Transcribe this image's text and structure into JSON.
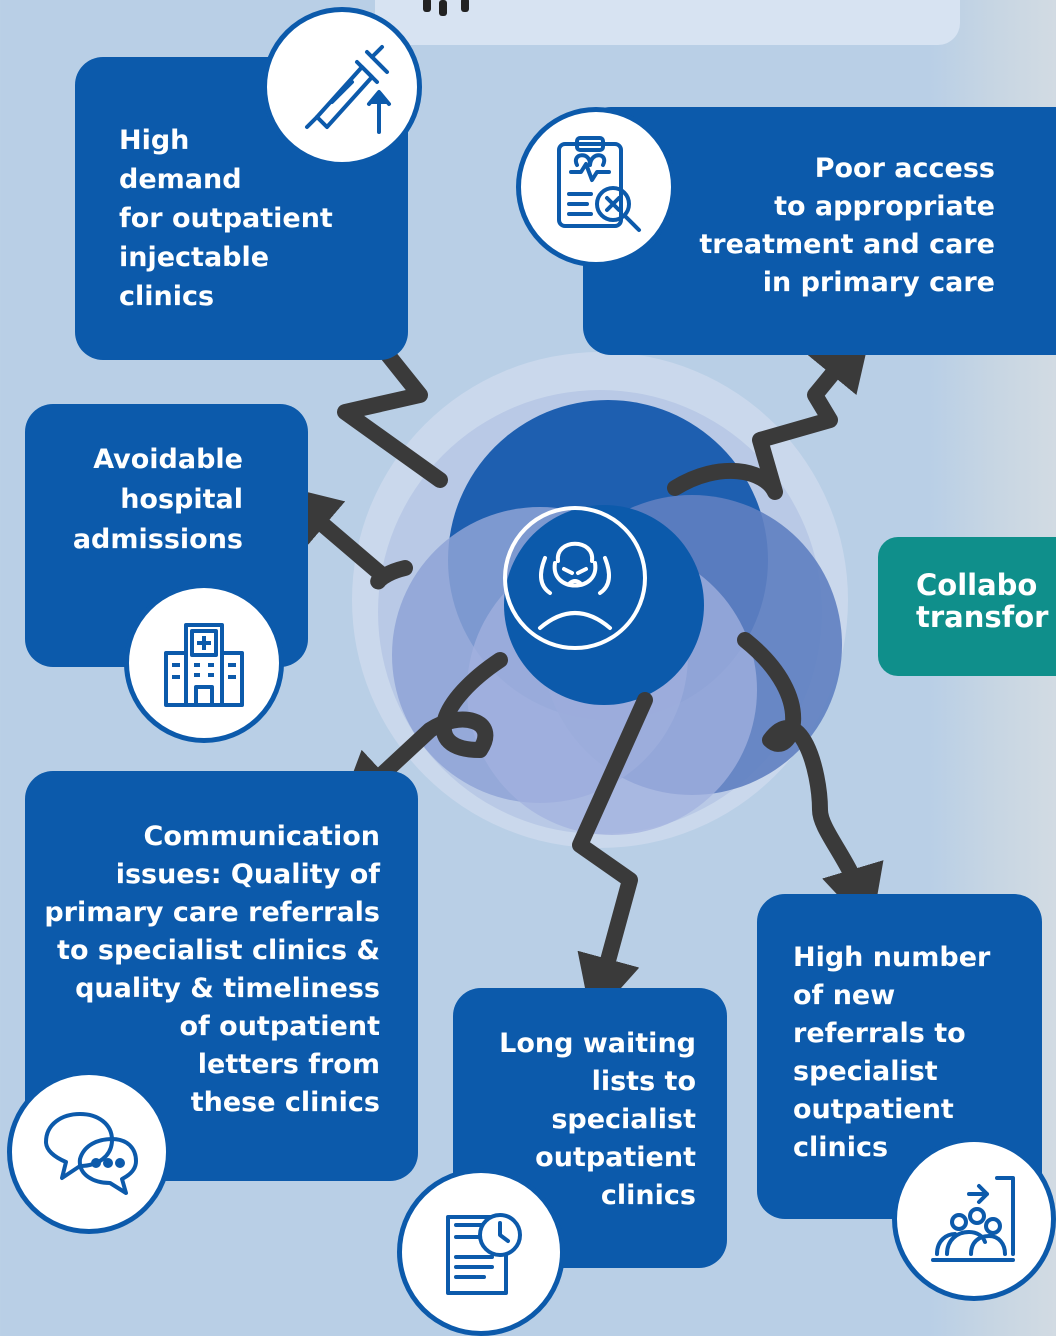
{
  "center_icon": "stressed-person-icon",
  "boxes": {
    "demand": {
      "lines": [
        "High",
        "demand",
        "for outpatient",
        "injectable",
        "clinics"
      ],
      "icon": "syringe-up-arrow-icon"
    },
    "access": {
      "lines": [
        "Poor access",
        "to appropriate",
        "treatment and care",
        "in primary care"
      ],
      "icon": "clipboard-heart-magnifier-icon"
    },
    "admissions": {
      "lines": [
        "Avoidable",
        "hospital",
        "admissions"
      ],
      "icon": "hospital-building-icon"
    },
    "communication": {
      "lines": [
        "Communication",
        "issues: Quality of",
        "primary care referrals",
        "to specialist clinics &",
        "quality & timeliness",
        "of outpatient",
        "letters from",
        "these clinics"
      ],
      "icon": "chat-bubbles-icon"
    },
    "waiting": {
      "lines": [
        "Long waiting",
        "lists to",
        "specialist",
        "outpatient",
        "clinics"
      ],
      "icon": "document-clock-icon"
    },
    "referrals": {
      "lines": [
        "High number",
        "of new",
        "referrals to",
        "specialist",
        "outpatient",
        "clinics"
      ],
      "icon": "people-entering-door-icon"
    }
  },
  "side_panel": {
    "lines": [
      "Collabo",
      "transfor"
    ]
  },
  "colors": {
    "box": "#0c5aab",
    "teal": "#0f8f8b",
    "arrow": "#3a3a3a",
    "background": "#b9cfe6"
  }
}
